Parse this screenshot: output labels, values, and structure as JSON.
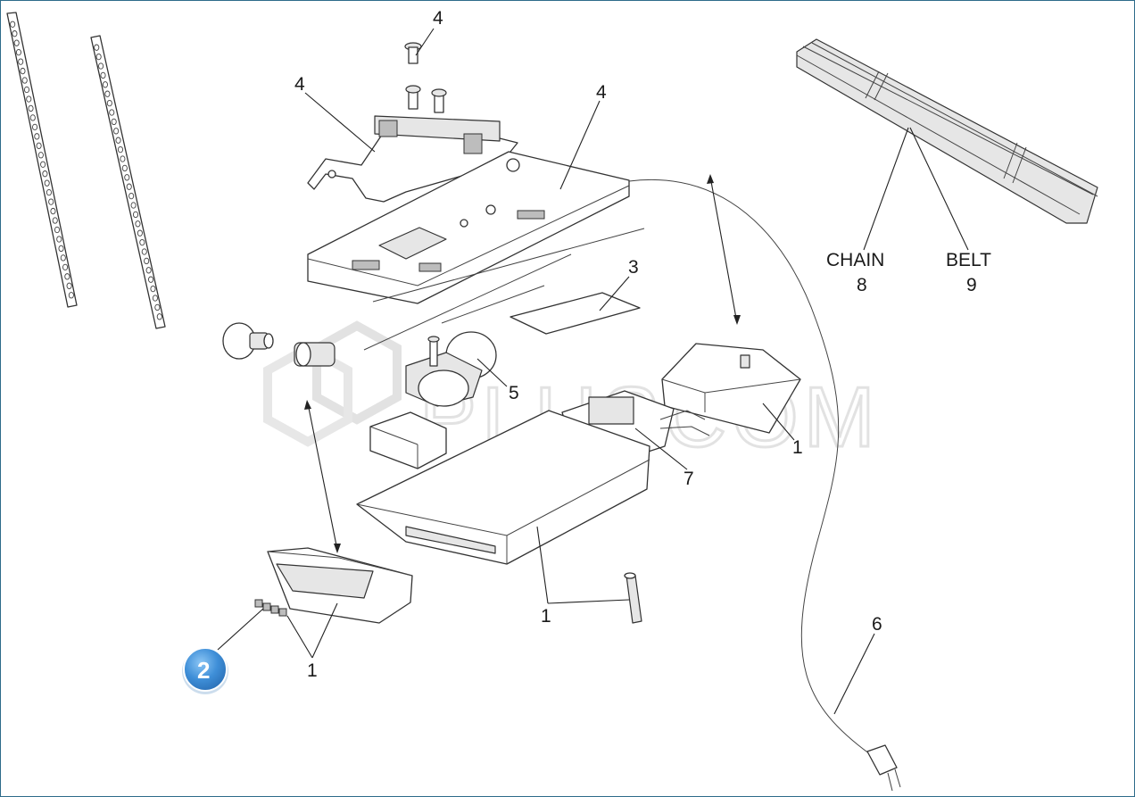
{
  "callouts": {
    "top_screw": "4",
    "bracket": "4",
    "chassis": "4",
    "diffuser": "3",
    "motor": "5",
    "cover_box": "1",
    "transformer": "7",
    "housing": "1",
    "lens": "1",
    "power_cord": "6"
  },
  "rail_labels": {
    "chain_name": "CHAIN",
    "chain_number": "8",
    "belt_name": "BELT",
    "belt_number": "9"
  },
  "badge": {
    "number": "2",
    "color": "#3f8fd8"
  },
  "watermark": "PLUSCOM",
  "colors": {
    "line": "#333333",
    "frame": "#2e6b8a"
  }
}
